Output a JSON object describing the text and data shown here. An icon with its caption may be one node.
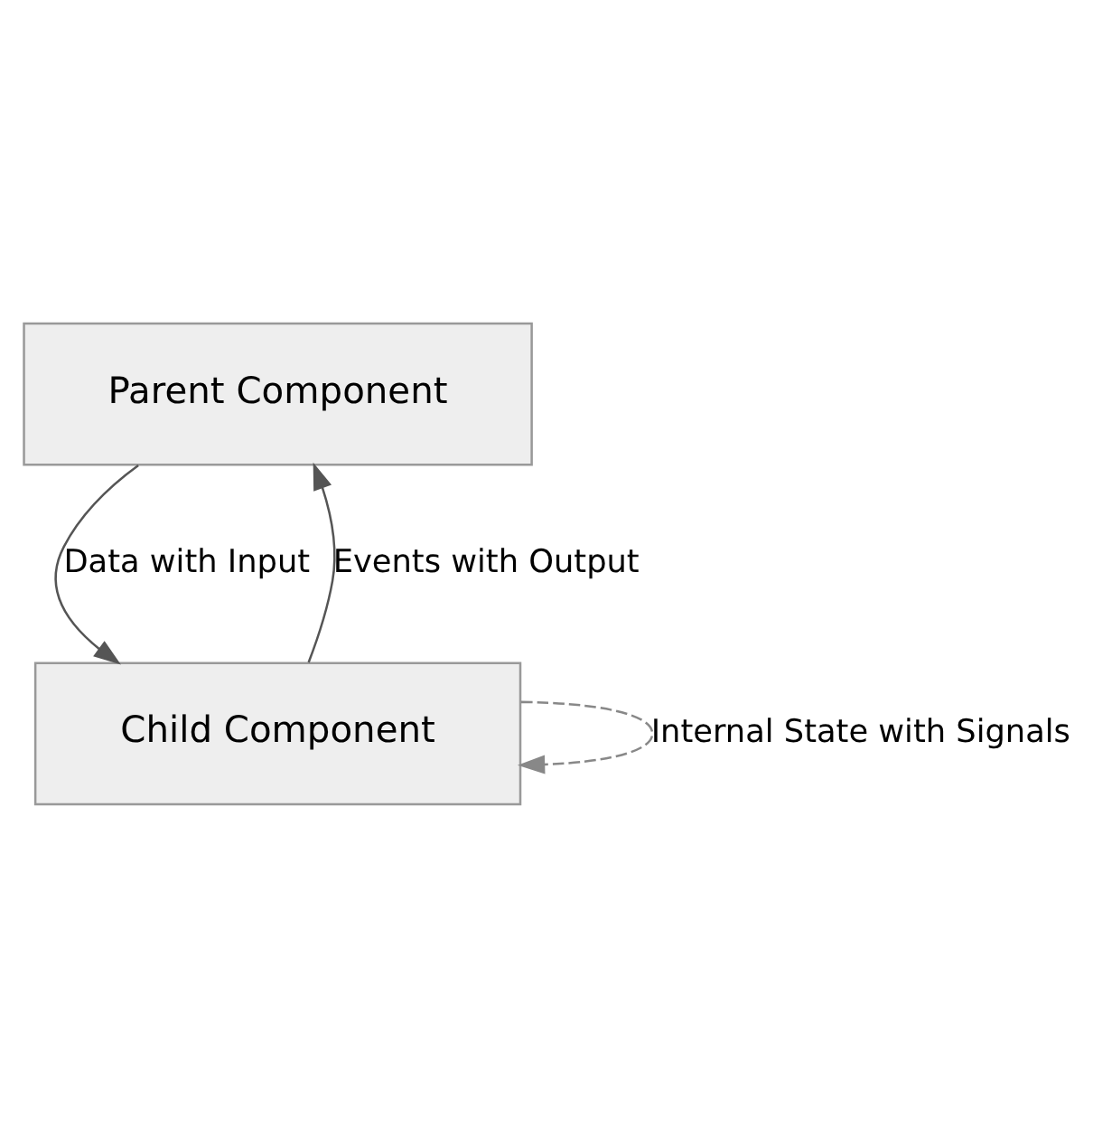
{
  "diagram": {
    "nodes": [
      {
        "text": [
          "Parent Component"
        ]
      },
      {
        "text": [
          "Child Component"
        ]
      }
    ],
    "edges": [
      {
        "from": 0,
        "to": 1,
        "arrow": "to",
        "label": "Data with Input"
      },
      {
        "from": 1,
        "to": 0,
        "arrow": "to",
        "label": "Events with Output"
      },
      {
        "from": 1,
        "to": 1,
        "arrow": "to",
        "label": "Internal State with Signals",
        "style": "dashed",
        "color": "#888888"
      }
    ]
  }
}
